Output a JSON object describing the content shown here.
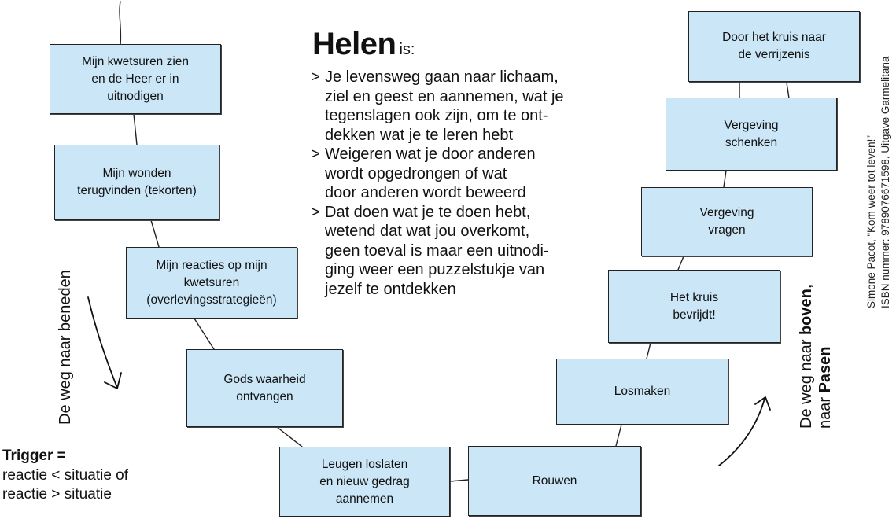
{
  "heading": {
    "main": "Helen",
    "suffix": "is:"
  },
  "bullets": [
    {
      "marker": ">",
      "text": "Je levensweg gaan naar lichaam,\nziel en geest en aannemen, wat je\ntegenslagen ook zijn, om te ont-\ndekken wat je te leren hebt"
    },
    {
      "marker": ">",
      "text": "Weigeren wat je door anderen\nwordt opgedrongen of wat\ndoor anderen wordt beweerd"
    },
    {
      "marker": ">",
      "text": "Dat doen wat je te doen hebt,\nwetend dat wat jou overkomt,\ngeen toeval is maar een uitnodi-\nging weer een puzzelstukje van\njezelf te ontdekken"
    }
  ],
  "steps": [
    "Mijn kwetsuren zien\nen de Heer er in\nuitnodigen",
    "Mijn wonden\nterugvinden (tekorten)",
    "Mijn reacties op mijn\nkwetsuren\n(overlevingsstrategieën)",
    "Gods waarheid\nontvangen",
    "Leugen loslaten\nen nieuw gedrag\naannemen",
    "Rouwen",
    "Losmaken",
    "Het kruis\nbevrijdt!",
    "Vergeving\nvragen",
    "Vergeving\nschenken",
    "Door het kruis naar\nde verrijzenis"
  ],
  "trigger": {
    "title": "Trigger =",
    "line1": "reactie < situatie of",
    "line2": "reactie > situatie"
  },
  "way_down": "De weg naar beneden",
  "way_up": {
    "prefix": "De weg naar ",
    "bold1": "boven",
    "comma": ",",
    "line2_prefix": "naar ",
    "bold2": "Pasen"
  },
  "credit": {
    "line1": "Simone Pacot, “Kom weer tot leven!”",
    "line2": "ISBN nummer: 9789076671598, Uitgave Garmelitana"
  }
}
